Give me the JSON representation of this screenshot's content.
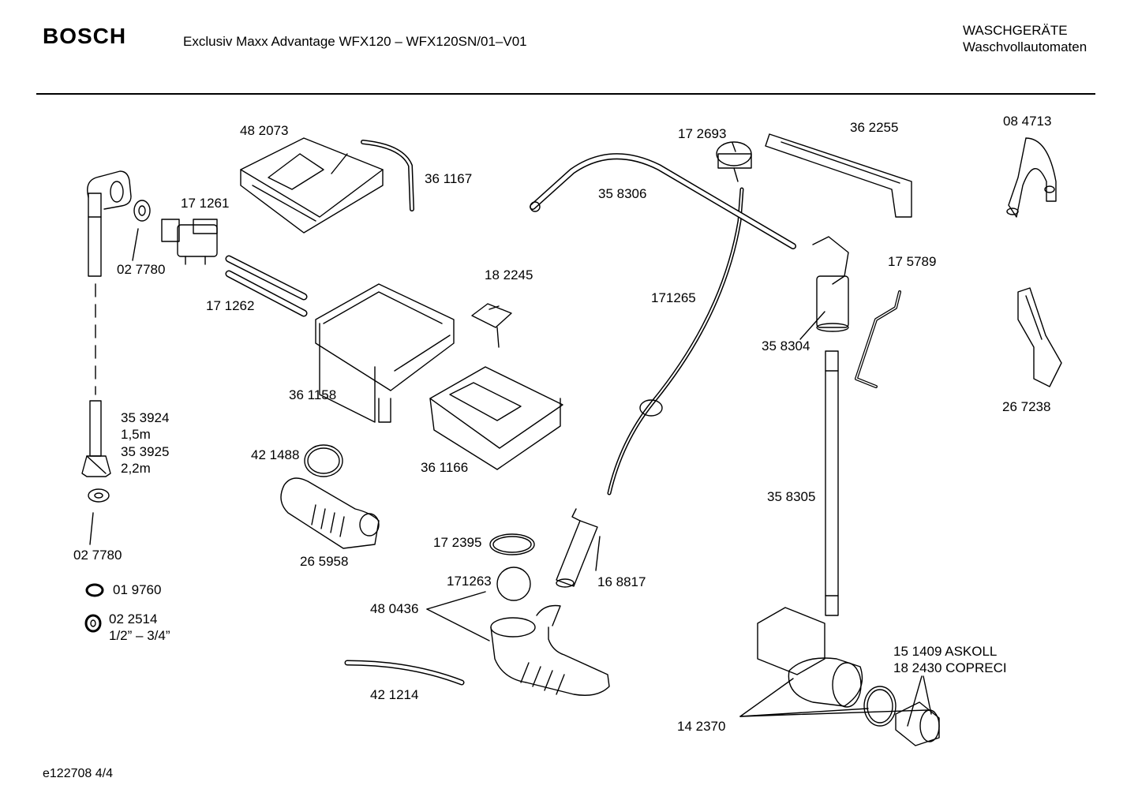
{
  "header": {
    "brand": "BOSCH",
    "title": "Exclusiv Maxx Advantage WFX120 – WFX120SN/01–V01",
    "category_line1": "WASCHGERÄTE",
    "category_line2": "Waschvollautomaten"
  },
  "footer": {
    "doc_ref": "e122708 4/4"
  },
  "parts": [
    {
      "id": "p-482073",
      "text": "48 2073"
    },
    {
      "id": "p-361167",
      "text": "36 1167"
    },
    {
      "id": "p-171261",
      "text": "17 1261"
    },
    {
      "id": "p-027780a",
      "text": "02 7780"
    },
    {
      "id": "p-171262",
      "text": "17 1262"
    },
    {
      "id": "p-182245",
      "text": "18 2245"
    },
    {
      "id": "p-361158",
      "text": "36 1158"
    },
    {
      "id": "p-353924",
      "text": "35 3924"
    },
    {
      "id": "p-len15",
      "text": "1,5m"
    },
    {
      "id": "p-353925",
      "text": "35 3925"
    },
    {
      "id": "p-len22",
      "text": "2,2m"
    },
    {
      "id": "p-027780b",
      "text": "02 7780"
    },
    {
      "id": "p-019760",
      "text": "01 9760"
    },
    {
      "id": "p-022514",
      "text": "02 2514"
    },
    {
      "id": "p-thread",
      "text": "1/2” – 3/4”"
    },
    {
      "id": "p-421488",
      "text": "42 1488"
    },
    {
      "id": "p-361166",
      "text": "36 1166"
    },
    {
      "id": "p-265958",
      "text": "26 5958"
    },
    {
      "id": "p-172395",
      "text": "17 2395"
    },
    {
      "id": "p-171263",
      "text": "171263"
    },
    {
      "id": "p-480436",
      "text": "48 0436"
    },
    {
      "id": "p-421214",
      "text": "42 1214"
    },
    {
      "id": "p-168817",
      "text": "16 8817"
    },
    {
      "id": "p-171265",
      "text": "171265"
    },
    {
      "id": "p-358306",
      "text": "35 8306"
    },
    {
      "id": "p-172693",
      "text": "17 2693"
    },
    {
      "id": "p-362255",
      "text": "36 2255"
    },
    {
      "id": "p-358304",
      "text": "35 8304"
    },
    {
      "id": "p-358305",
      "text": "35 8305"
    },
    {
      "id": "p-142370",
      "text": "14 2370"
    },
    {
      "id": "p-151409",
      "text": "15 1409  ASKOLL"
    },
    {
      "id": "p-182430",
      "text": "18 2430  COPRECI"
    },
    {
      "id": "p-175789",
      "text": "17 5789"
    },
    {
      "id": "p-084713",
      "text": "08 4713"
    },
    {
      "id": "p-267238",
      "text": "26 7238"
    }
  ]
}
